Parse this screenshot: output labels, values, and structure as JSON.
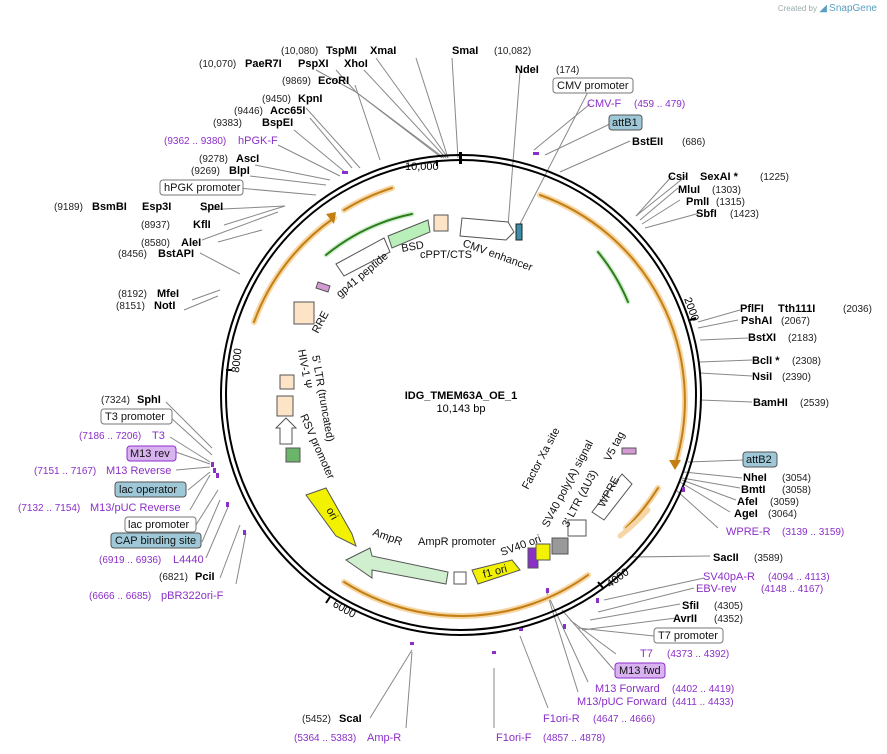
{
  "credit": {
    "created_by": "Created by",
    "brand": "SnapGene"
  },
  "plasmid": {
    "name": "IDG_TMEM63A_OE_1",
    "size": "10,143 bp"
  },
  "colors": {
    "backbone": "#000000",
    "primer": "#8b2fc9",
    "promoter_box": "#ffffff",
    "site_box": "#9ec8d8",
    "primer_box": "#d9b3f0",
    "orf_orange": "#f3a623",
    "marker_green": "#b9efb9",
    "ori_yellow": "#f2f200"
  },
  "ticks": {
    "t10000": "10,000",
    "t2000": "2000",
    "t4000": "4000",
    "t6000": "6000",
    "t8000": "8000"
  },
  "labels": {
    "l_tspmi": {
      "name": "TspMI",
      "pos": "(10,080)"
    },
    "l_xmai": {
      "name": "XmaI"
    },
    "l_smai": {
      "name": "SmaI",
      "pos": "(10,082)"
    },
    "l_paer7i": {
      "name": "PaeR7I",
      "pos": "(10,070)"
    },
    "l_pspxi": {
      "name": "PspXI"
    },
    "l_xhoi": {
      "name": "XhoI"
    },
    "l_ecori": {
      "name": "EcoRI",
      "pos": "(9869)"
    },
    "l_kpni": {
      "name": "KpnI",
      "pos": "(9450)"
    },
    "l_acc65i": {
      "name": "Acc65I",
      "pos": "(9446)"
    },
    "l_bspei": {
      "name": "BspEI",
      "pos": "(9383)"
    },
    "l_hpgkf": {
      "name": "hPGK-F",
      "pos": "(9362 .. 9380)"
    },
    "l_asci": {
      "name": "AscI",
      "pos": "(9278)"
    },
    "l_blpi": {
      "name": "BlpI",
      "pos": "(9269)"
    },
    "l_hpgkprom": {
      "name": "hPGK promoter"
    },
    "l_bsmbi": {
      "name": "BsmBI",
      "pos": "(9189)"
    },
    "l_esp3i": {
      "name": "Esp3I"
    },
    "l_spei": {
      "name": "SpeI"
    },
    "l_kfli": {
      "name": "KflI",
      "pos": "(8937)"
    },
    "l_alei": {
      "name": "AleI",
      "pos": "(8580)"
    },
    "l_bstapi": {
      "name": "BstAPI",
      "pos": "(8456)"
    },
    "l_mfei": {
      "name": "MfeI",
      "pos": "(8192)"
    },
    "l_noti": {
      "name": "NotI",
      "pos": "(8151)"
    },
    "l_sphi": {
      "name": "SphI",
      "pos": "(7324)"
    },
    "l_t3prom": {
      "name": "T3 promoter"
    },
    "l_t3": {
      "name": "T3",
      "pos": "(7186 .. 7206)"
    },
    "l_m13rev": {
      "name": "M13 rev"
    },
    "l_m13reverse": {
      "name": "M13 Reverse",
      "pos": "(7151 .. 7167)"
    },
    "l_lacop": {
      "name": "lac operator"
    },
    "l_m13puc": {
      "name": "M13/pUC Reverse",
      "pos": "(7132 .. 7154)"
    },
    "l_lacprom": {
      "name": "lac promoter"
    },
    "l_cap": {
      "name": "CAP binding site"
    },
    "l_l4440": {
      "name": "L4440",
      "pos": "(6919 .. 6936)"
    },
    "l_pcii": {
      "name": "PciI",
      "pos": "(6821)"
    },
    "l_pbr322": {
      "name": "pBR322ori-F",
      "pos": "(6666 .. 6685)"
    },
    "l_scai": {
      "name": "ScaI",
      "pos": "(5452)"
    },
    "l_ampr_p": {
      "name": "Amp-R",
      "pos": "(5364 .. 5383)"
    },
    "l_f1orif": {
      "name": "F1ori-F",
      "pos": "(4857 .. 4878)"
    },
    "l_f1orir": {
      "name": "F1ori-R",
      "pos": "(4647 .. 4666)"
    },
    "l_m13fwd_ctr": {
      "name": "M13/pUC Forward",
      "pos": "(4411 .. 4433)"
    },
    "l_m13forward": {
      "name": "M13 Forward",
      "pos": "(4402 .. 4419)"
    },
    "l_m13fwd": {
      "name": "M13 fwd"
    },
    "l_t7": {
      "name": "T7",
      "pos": "(4373 .. 4392)"
    },
    "l_t7prom": {
      "name": "T7 promoter"
    },
    "l_avrii": {
      "name": "AvrII",
      "pos": "(4352)"
    },
    "l_sfii": {
      "name": "SfiI",
      "pos": "(4305)"
    },
    "l_ebvrev": {
      "name": "EBV-rev",
      "pos": "(4148 .. 4167)"
    },
    "l_sv40par": {
      "name": "SV40pA-R",
      "pos": "(4094 .. 4113)"
    },
    "l_sacii": {
      "name": "SacII",
      "pos": "(3589)"
    },
    "l_wprer": {
      "name": "WPRE-R",
      "pos": "(3139 .. 3159)"
    },
    "l_agei": {
      "name": "AgeI",
      "pos": "(3064)"
    },
    "l_afei": {
      "name": "AfeI",
      "pos": "(3059)"
    },
    "l_bmti": {
      "name": "BmtI",
      "pos": "(3058)"
    },
    "l_nhei": {
      "name": "NheI",
      "pos": "(3054)"
    },
    "l_attb2": {
      "name": "attB2"
    },
    "l_bamhi": {
      "name": "BamHI",
      "pos": "(2539)"
    },
    "l_nsii": {
      "name": "NsiI",
      "pos": "(2390)"
    },
    "l_bcli": {
      "name": "BclI *",
      "pos": "(2308)"
    },
    "l_bstxi": {
      "name": "BstXI",
      "pos": "(2183)"
    },
    "l_pshai": {
      "name": "PshAI",
      "pos": "(2067)"
    },
    "l_pflfi": {
      "name": "PflFI",
      "pos": "(2036)"
    },
    "l_tth111i": {
      "name": "Tth111I"
    },
    "l_sbfi": {
      "name": "SbfI",
      "pos": "(1423)"
    },
    "l_pmli": {
      "name": "PmlI",
      "pos": "(1315)"
    },
    "l_mlui": {
      "name": "MluI",
      "pos": "(1303)"
    },
    "l_csii": {
      "name": "CsiI",
      "pos": "(1225)"
    },
    "l_sexai": {
      "name": "SexAI *"
    },
    "l_bsteii": {
      "name": "BstEII",
      "pos": "(686)"
    },
    "l_attb1": {
      "name": "attB1"
    },
    "l_cmvf": {
      "name": "CMV-F",
      "pos": "(459 .. 479)"
    },
    "l_cmvprom": {
      "name": "CMV promoter"
    },
    "l_ndei": {
      "name": "NdeI",
      "pos": "(174)"
    }
  },
  "features": {
    "f_cmvenh": "CMV enhancer",
    "f_cppt": "cPPT/CTS",
    "f_bsd": "BSD",
    "f_gp41": "gp41 peptide",
    "f_rre": "RRE",
    "f_hiv": "HIV-1 Ψ",
    "f_ltr": "5' LTR (truncated)",
    "f_rsv": "RSV promoter",
    "f_ori": "ori",
    "f_ampr": "AmpR",
    "f_amprprom": "AmpR promoter",
    "f_f1ori": "f1 ori",
    "f_sv40ori": "SV40 ori",
    "f_sv40pa": "SV40 poly(A) signal",
    "f_3ltr": "3' LTR (ΔU3)",
    "f_wpre": "WPRE",
    "f_factorxa": "Factor Xa site",
    "f_v5tag": "V5 tag"
  }
}
